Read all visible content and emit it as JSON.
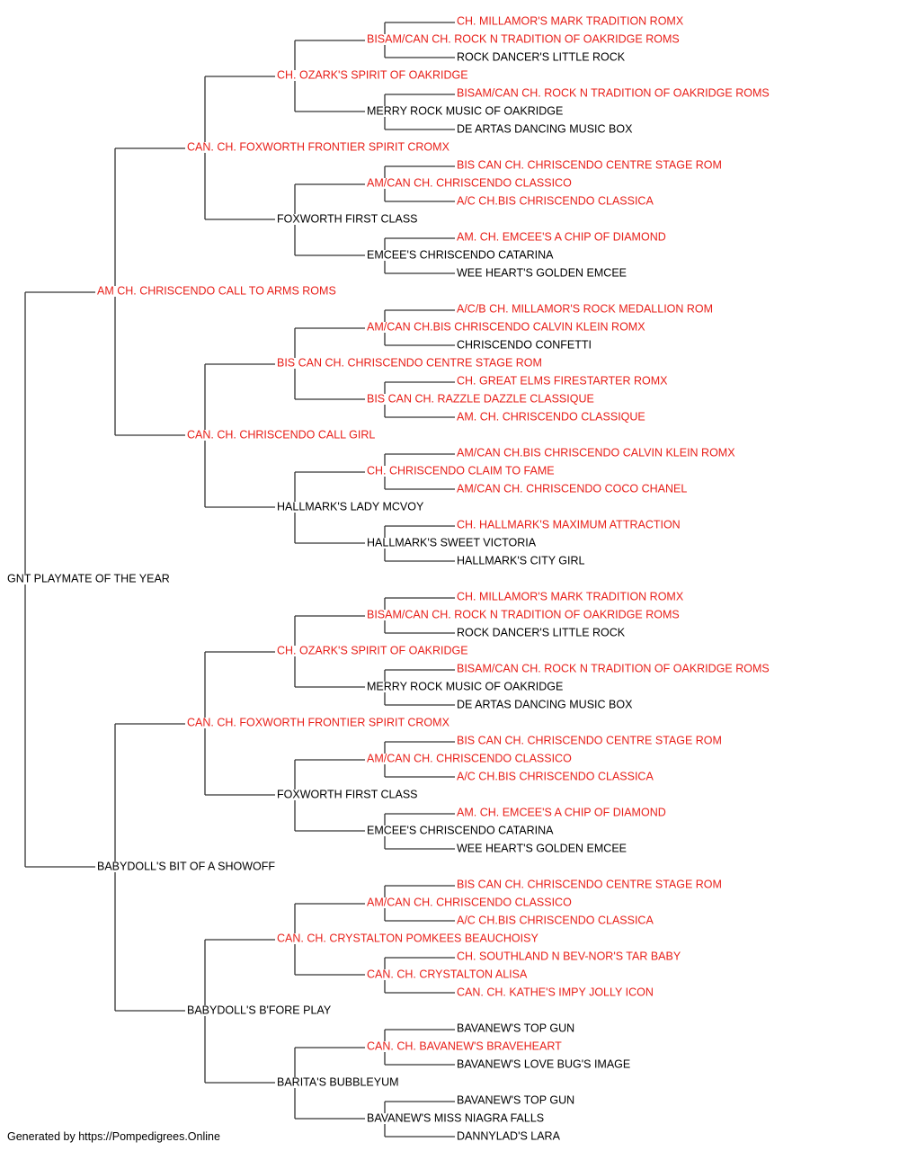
{
  "colors": {
    "titled": "#e8201a",
    "plain": "#000000",
    "line": "#333333"
  },
  "pedigree": {
    "name": "GNT PLAYMATE OF THE YEAR",
    "titled": false,
    "sire": {
      "name": "AM CH. CHRISCENDO CALL TO ARMS ROMS",
      "titled": true,
      "sire": {
        "name": "CAN. CH. FOXWORTH FRONTIER SPIRIT CROMX",
        "titled": true,
        "sire": {
          "name": "CH. OZARK'S SPIRIT OF OAKRIDGE",
          "titled": true,
          "sire": {
            "name": "BISAM/CAN CH. ROCK N TRADITION OF OAKRIDGE ROMS",
            "titled": true,
            "sire": {
              "name": "CH. MILLAMOR'S MARK TRADITION ROMX",
              "titled": true
            },
            "dam": {
              "name": "ROCK DANCER'S LITTLE ROCK",
              "titled": false
            }
          },
          "dam": {
            "name": "MERRY ROCK MUSIC OF OAKRIDGE",
            "titled": false,
            "sire": {
              "name": "BISAM/CAN CH. ROCK N TRADITION OF OAKRIDGE ROMS",
              "titled": true
            },
            "dam": {
              "name": "DE ARTAS DANCING MUSIC BOX",
              "titled": false
            }
          }
        },
        "dam": {
          "name": "FOXWORTH FIRST CLASS",
          "titled": false,
          "sire": {
            "name": "AM/CAN CH. CHRISCENDO CLASSICO",
            "titled": true,
            "sire": {
              "name": "BIS CAN CH. CHRISCENDO CENTRE STAGE ROM",
              "titled": true
            },
            "dam": {
              "name": "A/C CH.BIS CHRISCENDO CLASSICA",
              "titled": true
            }
          },
          "dam": {
            "name": "EMCEE'S CHRISCENDO CATARINA",
            "titled": false,
            "sire": {
              "name": "AM. CH. EMCEE'S A CHIP OF DIAMOND",
              "titled": true
            },
            "dam": {
              "name": "WEE HEART'S GOLDEN EMCEE",
              "titled": false
            }
          }
        }
      },
      "dam": {
        "name": "CAN. CH. CHRISCENDO CALL GIRL",
        "titled": true,
        "sire": {
          "name": "BIS CAN CH. CHRISCENDO CENTRE STAGE ROM",
          "titled": true,
          "sire": {
            "name": "AM/CAN CH.BIS CHRISCENDO CALVIN KLEIN ROMX",
            "titled": true,
            "sire": {
              "name": "A/C/B CH. MILLAMOR'S ROCK MEDALLION ROM",
              "titled": true
            },
            "dam": {
              "name": "CHRISCENDO CONFETTI",
              "titled": false
            }
          },
          "dam": {
            "name": "BIS CAN CH. RAZZLE DAZZLE CLASSIQUE",
            "titled": true,
            "sire": {
              "name": "CH. GREAT ELMS FIRESTARTER ROMX",
              "titled": true
            },
            "dam": {
              "name": "AM. CH. CHRISCENDO CLASSIQUE",
              "titled": true
            }
          }
        },
        "dam": {
          "name": "HALLMARK'S LADY MCVOY",
          "titled": false,
          "sire": {
            "name": "CH. CHRISCENDO CLAIM TO FAME",
            "titled": true,
            "sire": {
              "name": "AM/CAN CH.BIS CHRISCENDO CALVIN KLEIN ROMX",
              "titled": true
            },
            "dam": {
              "name": "AM/CAN CH. CHRISCENDO COCO CHANEL",
              "titled": true
            }
          },
          "dam": {
            "name": "HALLMARK'S SWEET VICTORIA",
            "titled": false,
            "sire": {
              "name": "CH. HALLMARK'S MAXIMUM ATTRACTION",
              "titled": true
            },
            "dam": {
              "name": "HALLMARK'S CITY GIRL",
              "titled": false
            }
          }
        }
      }
    },
    "dam": {
      "name": "BABYDOLL'S BIT OF A SHOWOFF",
      "titled": false,
      "sire": {
        "name": "CAN. CH. FOXWORTH FRONTIER SPIRIT CROMX",
        "titled": true,
        "sire": {
          "name": "CH. OZARK'S SPIRIT OF OAKRIDGE",
          "titled": true,
          "sire": {
            "name": "BISAM/CAN CH. ROCK N TRADITION OF OAKRIDGE ROMS",
            "titled": true,
            "sire": {
              "name": "CH. MILLAMOR'S MARK TRADITION ROMX",
              "titled": true
            },
            "dam": {
              "name": "ROCK DANCER'S LITTLE ROCK",
              "titled": false
            }
          },
          "dam": {
            "name": "MERRY ROCK MUSIC OF OAKRIDGE",
            "titled": false,
            "sire": {
              "name": "BISAM/CAN CH. ROCK N TRADITION OF OAKRIDGE ROMS",
              "titled": true
            },
            "dam": {
              "name": "DE ARTAS DANCING MUSIC BOX",
              "titled": false
            }
          }
        },
        "dam": {
          "name": "FOXWORTH FIRST CLASS",
          "titled": false,
          "sire": {
            "name": "AM/CAN CH. CHRISCENDO CLASSICO",
            "titled": true,
            "sire": {
              "name": "BIS CAN CH. CHRISCENDO CENTRE STAGE ROM",
              "titled": true
            },
            "dam": {
              "name": "A/C CH.BIS CHRISCENDO CLASSICA",
              "titled": true
            }
          },
          "dam": {
            "name": "EMCEE'S CHRISCENDO CATARINA",
            "titled": false,
            "sire": {
              "name": "AM. CH. EMCEE'S A CHIP OF DIAMOND",
              "titled": true
            },
            "dam": {
              "name": "WEE HEART'S GOLDEN EMCEE",
              "titled": false
            }
          }
        }
      },
      "dam": {
        "name": "BABYDOLL'S B'FORE PLAY",
        "titled": false,
        "sire": {
          "name": "CAN. CH. CRYSTALTON POMKEES BEAUCHOISY",
          "titled": true,
          "sire": {
            "name": "AM/CAN CH. CHRISCENDO CLASSICO",
            "titled": true,
            "sire": {
              "name": "BIS CAN CH. CHRISCENDO CENTRE STAGE ROM",
              "titled": true
            },
            "dam": {
              "name": "A/C CH.BIS CHRISCENDO CLASSICA",
              "titled": true
            }
          },
          "dam": {
            "name": "CAN. CH. CRYSTALTON ALISA",
            "titled": true,
            "sire": {
              "name": "CH. SOUTHLAND N BEV-NOR'S TAR BABY",
              "titled": true
            },
            "dam": {
              "name": "CAN. CH. KATHE'S IMPY JOLLY ICON",
              "titled": true
            }
          }
        },
        "dam": {
          "name": "BARITA'S BUBBLEYUM",
          "titled": false,
          "sire": {
            "name": "CAN. CH. BAVANEW'S BRAVEHEART",
            "titled": true,
            "sire": {
              "name": "BAVANEW'S TOP GUN",
              "titled": false
            },
            "dam": {
              "name": "BAVANEW'S LOVE BUG'S IMAGE",
              "titled": false
            }
          },
          "dam": {
            "name": "BAVANEW'S MISS NIAGRA FALLS",
            "titled": false,
            "sire": {
              "name": "BAVANEW'S TOP GUN",
              "titled": false
            },
            "dam": {
              "name": "DANNYLAD'S LARA",
              "titled": false
            }
          }
        }
      }
    }
  },
  "footer": "Generated by https://Pompedigrees.Online"
}
